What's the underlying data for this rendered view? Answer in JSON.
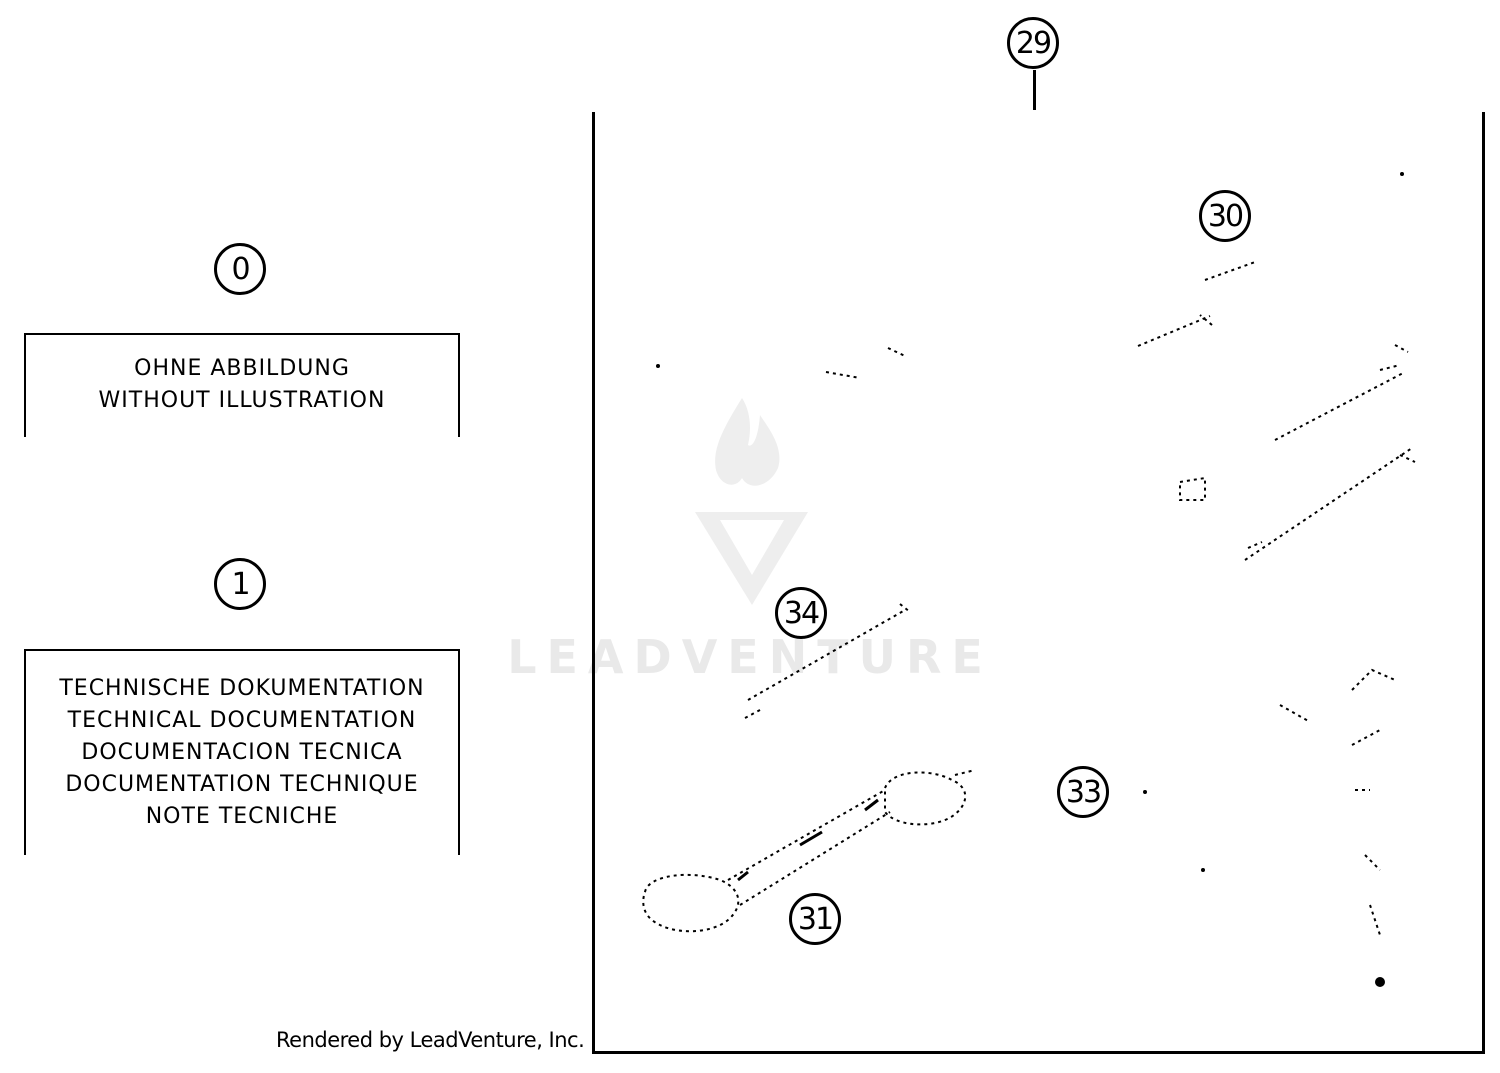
{
  "callouts": {
    "c0": "0",
    "c1": "1",
    "c29": "29",
    "c30": "30",
    "c31": "31",
    "c33": "33",
    "c34": "34"
  },
  "box0": {
    "line1": "OHNE ABBILDUNG",
    "line2": "WITHOUT ILLUSTRATION"
  },
  "box1": {
    "line1": "TECHNISCHE DOKUMENTATION",
    "line2": "TECHNICAL DOCUMENTATION",
    "line3": "DOCUMENTACION TECNICA",
    "line4": "DOCUMENTATION TECHNIQUE",
    "line5": "NOTE TECNICHE"
  },
  "credit": "Rendered by LeadVenture, Inc.",
  "watermark": "LEADVENTURE",
  "colors": {
    "line": "#000000",
    "background": "#ffffff",
    "watermark": "#e9e9e9"
  }
}
